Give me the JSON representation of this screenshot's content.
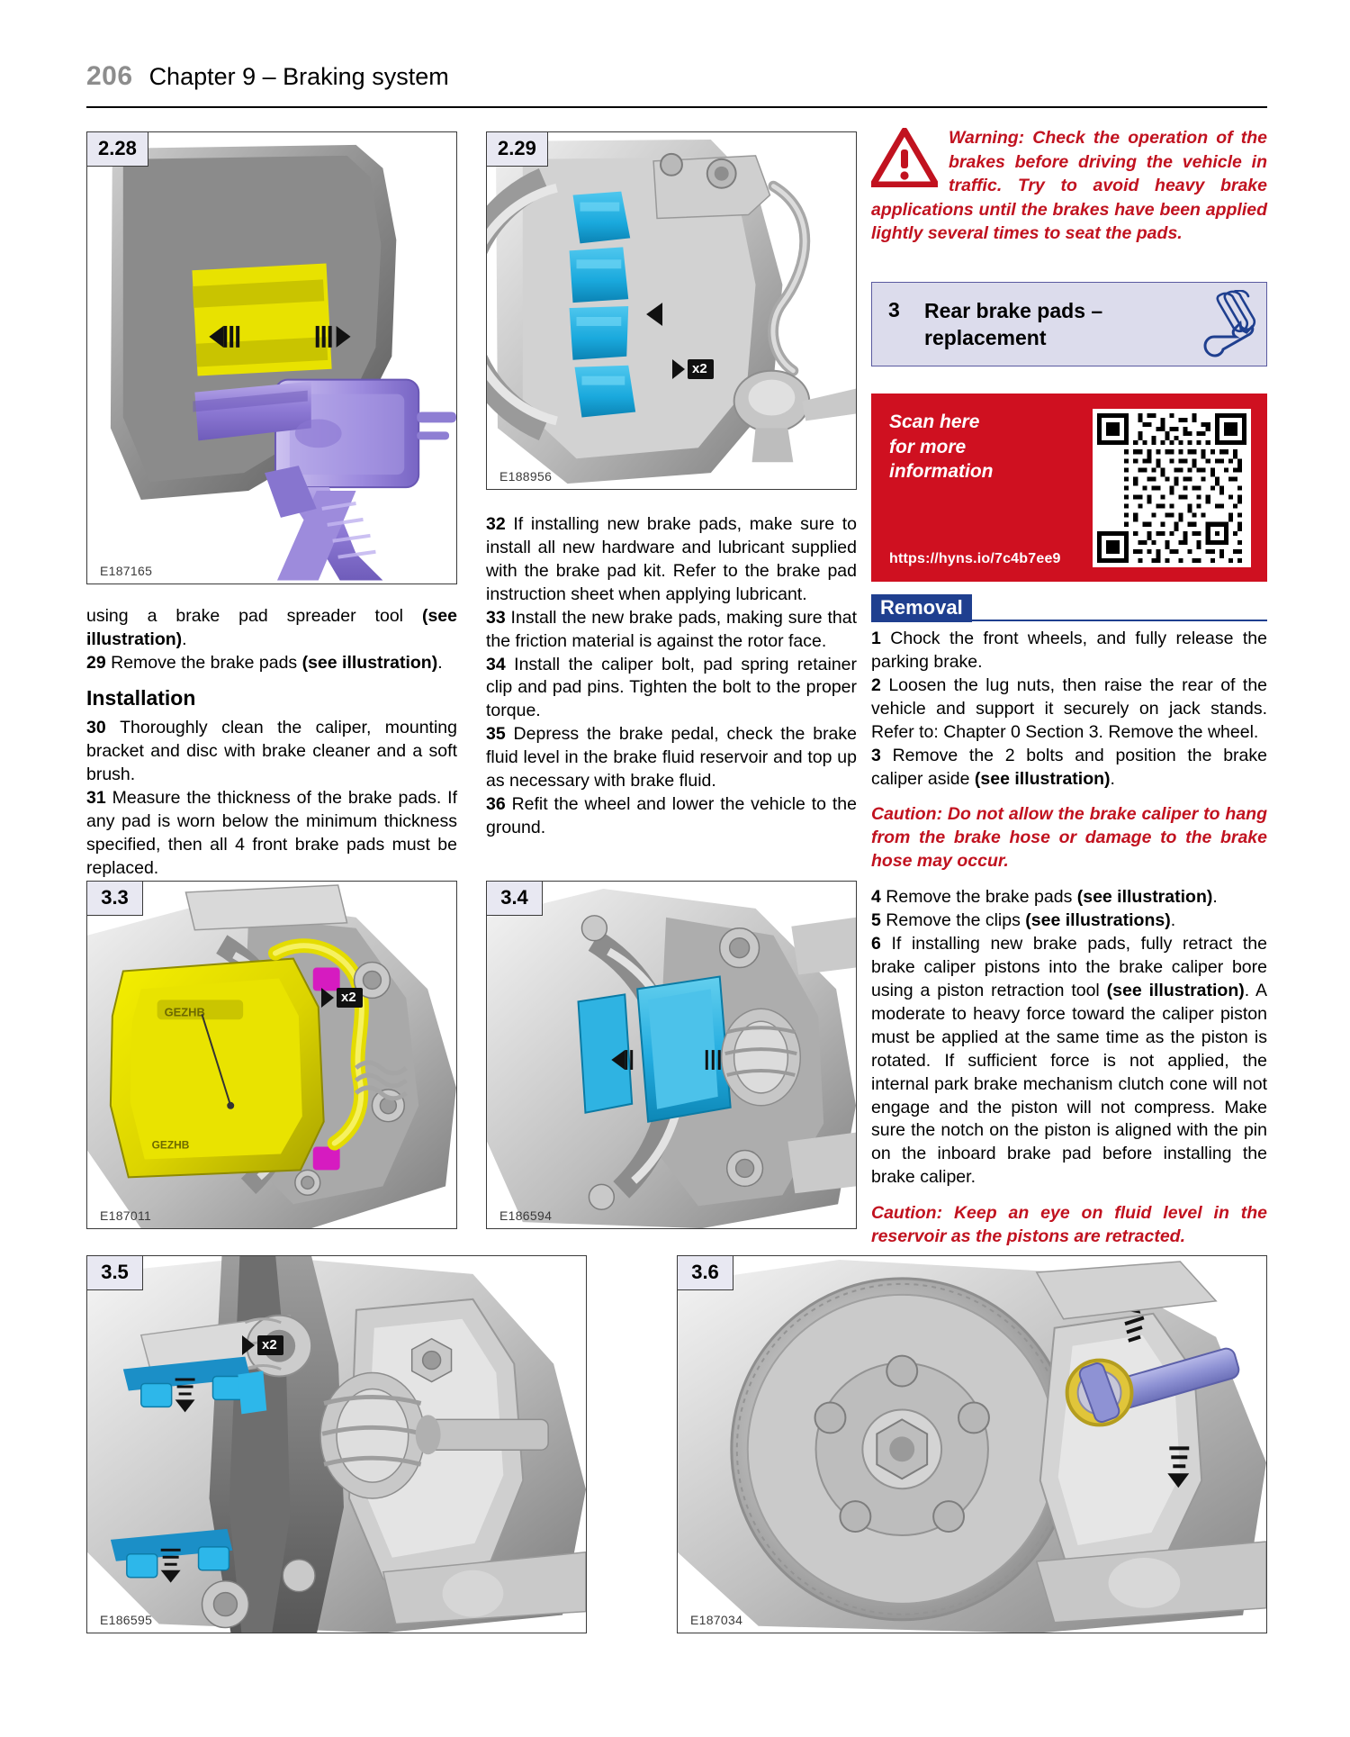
{
  "header": {
    "page_number": "206",
    "chapter_title": "Chapter 9 – Braking system"
  },
  "figures": [
    {
      "label": "2.28",
      "code": "E187165"
    },
    {
      "label": "2.29",
      "code": "E188956",
      "badge": "x2"
    },
    {
      "label": "3.3",
      "code": "E187011",
      "badge": "x2"
    },
    {
      "label": "3.4",
      "code": "E186594"
    },
    {
      "label": "3.5",
      "code": "E186595",
      "badge": "x2"
    },
    {
      "label": "3.6",
      "code": "E187034"
    }
  ],
  "left_column": {
    "para_cont": "using a brake pad spreader tool (see illustration).",
    "para_cont_bold": "(see illustration)",
    "step29_num": "29",
    "step29_text": "Remove the brake pads (see illustration).",
    "subhead_installation": "Installation",
    "step30_num": "30",
    "step30_text": "Thoroughly clean the caliper, mounting bracket and disc with brake cleaner and a soft brush.",
    "step31_num": "31",
    "step31_text": "Measure the thickness of the brake pads. If any pad is worn below the minimum thickness specified, then all 4 front brake pads must be replaced."
  },
  "middle_column": {
    "step32_num": "32",
    "step32_text": "If installing new brake pads, make sure to install all new hardware and lubricant supplied with the brake pad kit. Refer to the brake pad instruction sheet when applying lubricant.",
    "step33_num": "33",
    "step33_text": "Install the new brake pads, making sure that the friction material is against the rotor face.",
    "step34_num": "34",
    "step34_text": "Install the caliper bolt, pad spring retainer clip and pad pins. Tighten the bolt to the proper torque.",
    "step35_num": "35",
    "step35_text": "Depress the brake pedal, check the brake fluid level in the brake fluid reservoir and top up as necessary with brake fluid.",
    "step36_num": "36",
    "step36_text": "Refit the wheel and lower the vehicle to the ground."
  },
  "warning": {
    "icon": "warning-triangle-icon",
    "text": "Warning: Check the operation of the brakes before driving the vehicle in traffic. Try to avoid heavy brake applications until the brakes have been applied lightly several times to seat the pads.",
    "color": "#c1121f"
  },
  "section": {
    "number": "3",
    "title": "Rear brake pads – replacement",
    "icon": "spanner-icon",
    "bg_color": "#dcdcec",
    "border_color": "#5a5aa0"
  },
  "qr_panel": {
    "scan_text": "Scan here\nfor more\ninformation",
    "scan_line1": "Scan here",
    "scan_line2": "for more",
    "scan_line3": "information",
    "url": "https://hyns.io/7c4b7ee9",
    "bg_color": "#cf1020",
    "icon": "qr-code-icon"
  },
  "right_column": {
    "removal_heading": "Removal",
    "removal_color": "#1f3f8f",
    "step1_num": "1",
    "step1_text": "Chock the front wheels, and fully release the parking brake.",
    "step2_num": "2",
    "step2_text": "Loosen the lug nuts, then raise the rear of the vehicle and support it securely on jack stands. Refer to: Chapter 0 Section 3. Remove the wheel.",
    "step3_num": "3",
    "step3_text": "Remove the 2 bolts and position the brake caliper aside (see illustration).",
    "caution1": "Caution: Do not allow the brake caliper to hang from the brake hose or damage to the brake hose may occur.",
    "step4_num": "4",
    "step4_text": "Remove the brake pads (see illustration).",
    "step5_num": "5",
    "step5_text": "Remove the clips (see illustrations).",
    "step6_num": "6",
    "step6_text": "If installing new brake pads, fully retract the brake caliper pistons into the brake caliper bore using a piston retraction tool (see illustration). A moderate to heavy force toward the caliper piston must be applied at the same time as the piston is rotated. If sufficient force is not applied, the internal park brake mechanism clutch cone will not engage and the piston will not compress. Make sure the notch on the piston is aligned with the pin on the inboard brake pad before installing the brake caliper.",
    "caution2": "Caution: Keep an eye on fluid level in the reservoir as the pistons are retracted."
  }
}
